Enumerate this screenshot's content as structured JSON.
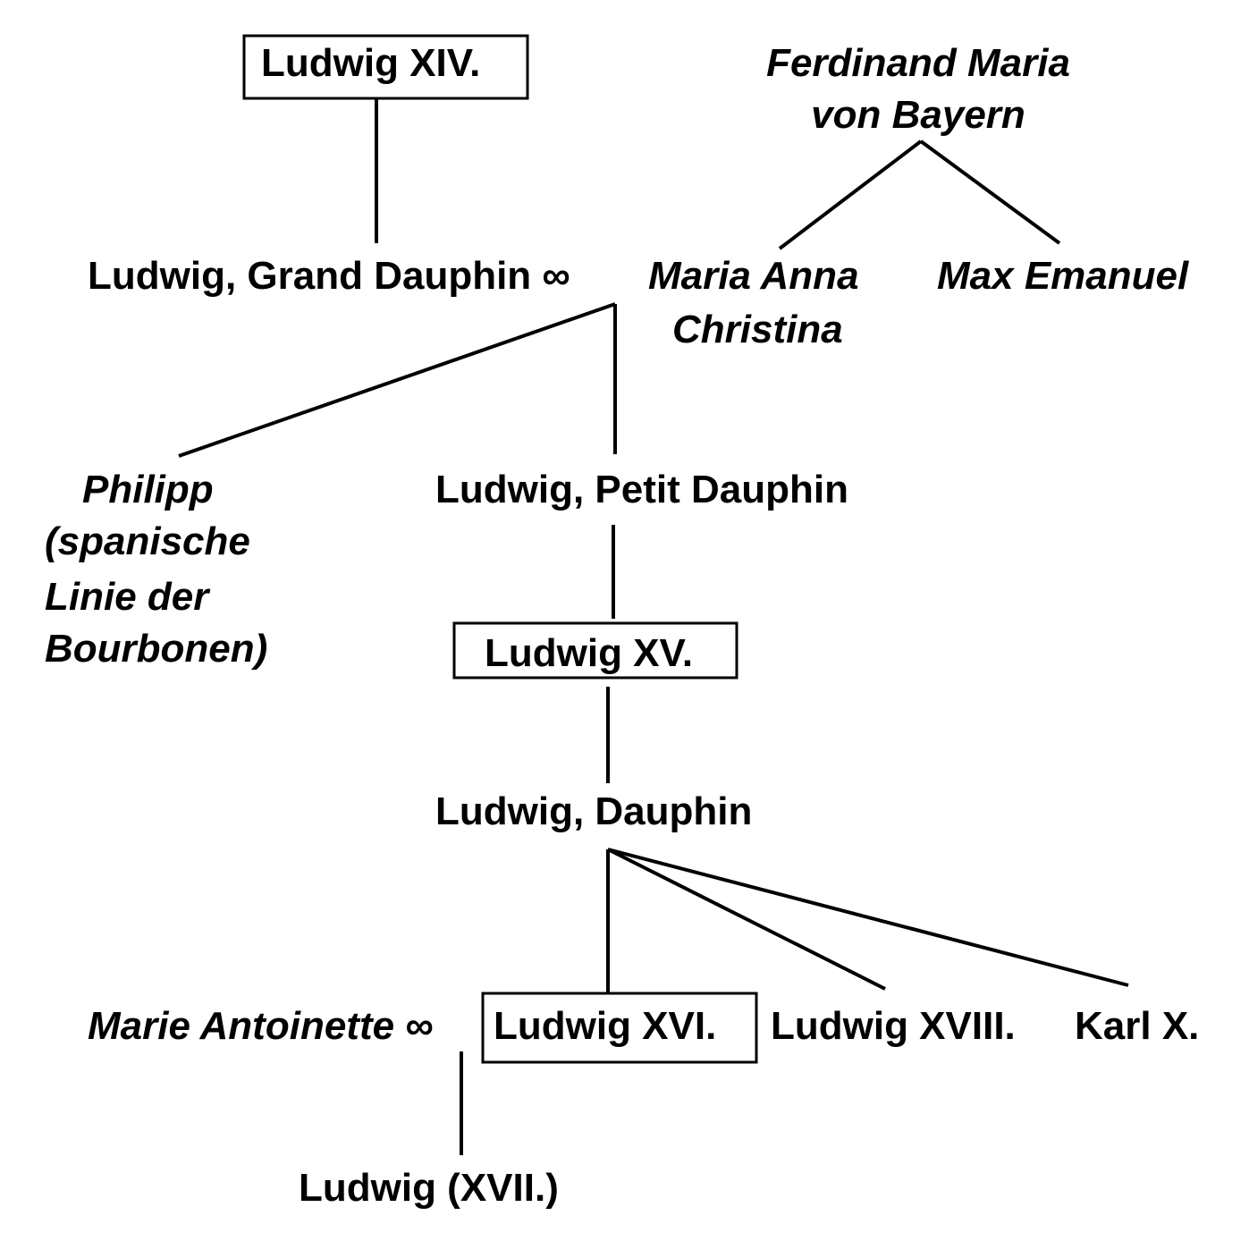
{
  "nodes": {
    "ludwig_xiv": "Ludwig XIV.",
    "ferdinand_line1": "Ferdinand Maria",
    "ferdinand_line2": "von Bayern",
    "grand_dauphin": "Ludwig, Grand Dauphin ∞",
    "maria_anna_line1": "Maria Anna",
    "maria_anna_line2": "Christina",
    "max_emanuel": "Max Emanuel",
    "philipp_line1": "Philipp",
    "philipp_line2": "(spanische",
    "philipp_line3": "Linie der",
    "philipp_line4": "Bourbonen)",
    "petit_dauphin": "Ludwig, Petit Dauphin",
    "ludwig_xv": "Ludwig XV.",
    "dauphin": "Ludwig, Dauphin",
    "marie_antoinette": "Marie Antoinette ∞",
    "ludwig_xvi": "Ludwig XVI.",
    "ludwig_xviii": "Ludwig XVIII.",
    "karl_x": "Karl X.",
    "ludwig_xvii": "Ludwig (XVII.)"
  }
}
